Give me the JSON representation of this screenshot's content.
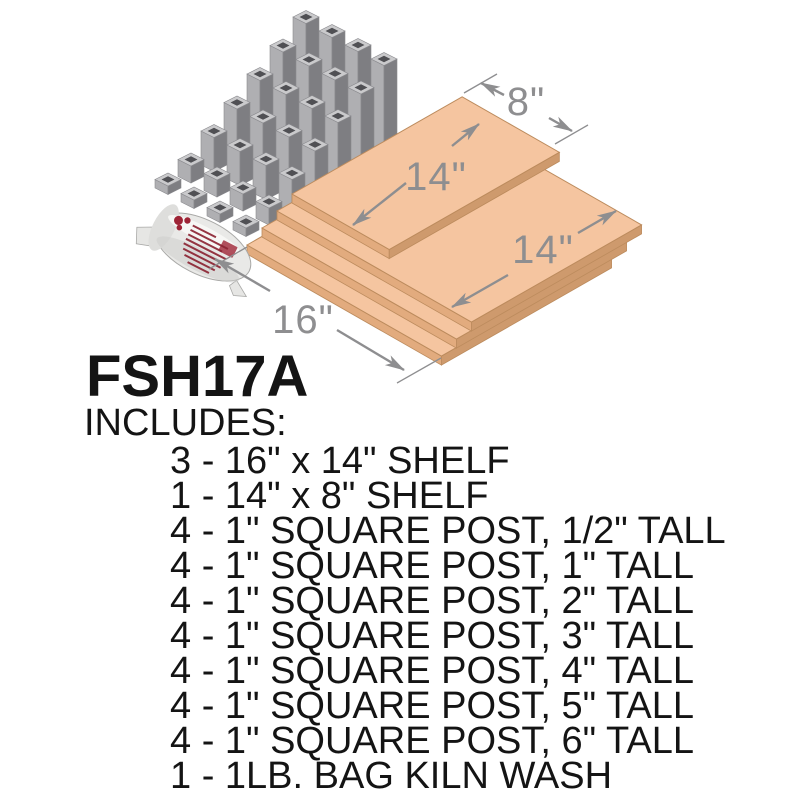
{
  "product": {
    "code": "FSH17A",
    "includes_label": "INCLUDES:",
    "items": [
      "3 - 16\" x 14\" SHELF",
      "1 - 14\" x 8\" SHELF",
      "4 - 1\" SQUARE POST, 1/2\" TALL",
      "4 - 1\" SQUARE POST, 1\" TALL",
      "4 - 1\" SQUARE POST, 2\" TALL",
      "4 - 1\" SQUARE POST, 3\" TALL",
      "4 - 1\" SQUARE POST, 4\" TALL",
      "4 - 1\" SQUARE POST, 5\" TALL",
      "4 - 1\" SQUARE POST, 6\" TALL",
      "1 - 1LB. BAG KILN WASH"
    ]
  },
  "diagram": {
    "dimension_labels": {
      "shelf_small_width": "8\"",
      "shelf_small_depth": "14\"",
      "shelf_large_depth": "14\"",
      "shelf_large_width": "16\""
    },
    "posts": {
      "per_row": 4,
      "heights_inches": [
        0.5,
        1,
        2,
        3,
        4,
        5,
        6
      ]
    },
    "shelves": [
      {
        "width_in": 16,
        "depth_in": 14,
        "count": 3
      },
      {
        "width_in": 8,
        "depth_in": 14,
        "count": 1
      }
    ],
    "colors": {
      "shelf_top": "#F5C5A0",
      "shelf_left": "#E2AB7E",
      "shelf_right": "#CE9A6D",
      "shelf_edge": "#BC8B5D",
      "post_light": "#AFAFB2",
      "post_dark": "#7E7E82",
      "post_top": "#CACACC",
      "post_hole": "#505054",
      "post_edge": "#8A8A8E",
      "dimension": "#8E8E90",
      "text": "#141414",
      "label_red": "#8C2433"
    }
  }
}
